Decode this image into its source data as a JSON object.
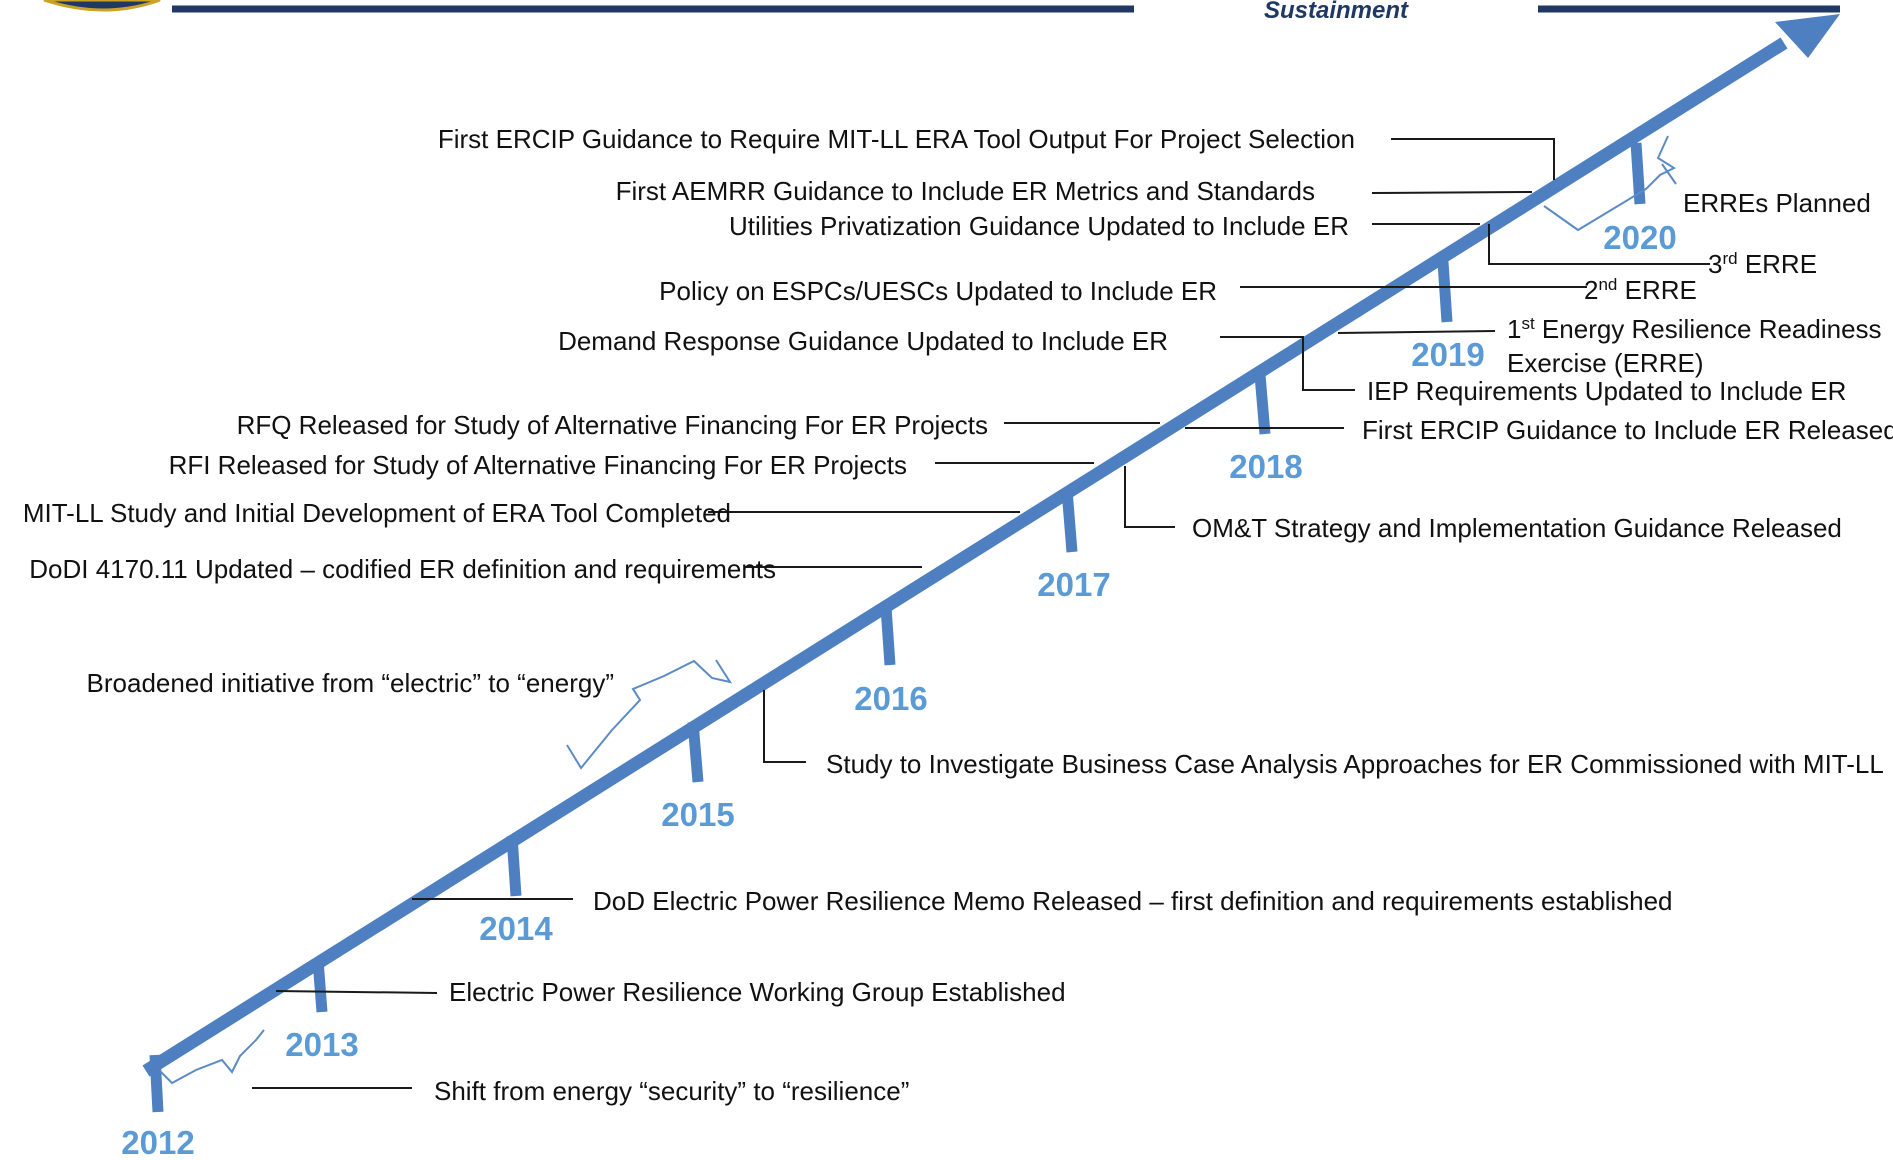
{
  "header": {
    "subtitle_fragment": "Sustainment",
    "rule_color": "#1f3864"
  },
  "colors": {
    "timeline": "#4e7fc1",
    "year_text": "#5b9bd5",
    "connector": "#1a1a1a"
  },
  "years": [
    "2012",
    "2013",
    "2014",
    "2015",
    "2016",
    "2017",
    "2018",
    "2019",
    "2020"
  ],
  "events_left": {
    "aemrr_guidance": "First AEMRR Guidance to Include ER Metrics and Standards",
    "era_tool_guidance": "First ERCIP Guidance to Require MIT-LL ERA Tool Output For Project Selection",
    "utilities_privatization": "Utilities Privatization Guidance Updated to Include ER",
    "espc_policy": "Policy on ESPCs/UESCs Updated to Include ER",
    "demand_response": "Demand Response Guidance Updated to Include ER",
    "rfq_released": "RFQ Released for Study of Alternative Financing For ER Projects",
    "rfi_released": "RFI Released for Study of Alternative Financing For ER Projects",
    "mit_ll_study": "MIT-LL Study and Initial Development of ERA Tool Completed",
    "dodi_updated": "DoDI 4170.11 Updated – codified ER definition and requirements",
    "broadened_initiative": "Broadened initiative from “electric” to “energy”"
  },
  "events_right": {
    "erres_planned": "ERREs Planned",
    "erre3_prefix": "3",
    "erre3_sup": "rd",
    "erre3_suffix": " ERRE",
    "erre2_prefix": "2",
    "erre2_sup": "nd",
    "erre2_suffix": " ERRE",
    "erre1_prefix": "1",
    "erre1_sup": "st",
    "erre1_suffix": " Energy Resilience Readiness",
    "erre1_line2": "Exercise (ERRE)",
    "iep_requirements": "IEP Requirements Updated to Include ER",
    "ercip_guidance": "First ERCIP Guidance to Include ER Released",
    "omt_strategy": "OM&T Strategy and Implementation Guidance Released",
    "bca_study": "Study to Investigate Business Case Analysis Approaches for ER Commissioned with MIT-LL",
    "power_memo": "DoD Electric Power Resilience Memo Released – first definition and requirements established",
    "working_group": "Electric Power Resilience Working Group Established",
    "security_shift": "Shift from energy “security” to “resilience”"
  }
}
